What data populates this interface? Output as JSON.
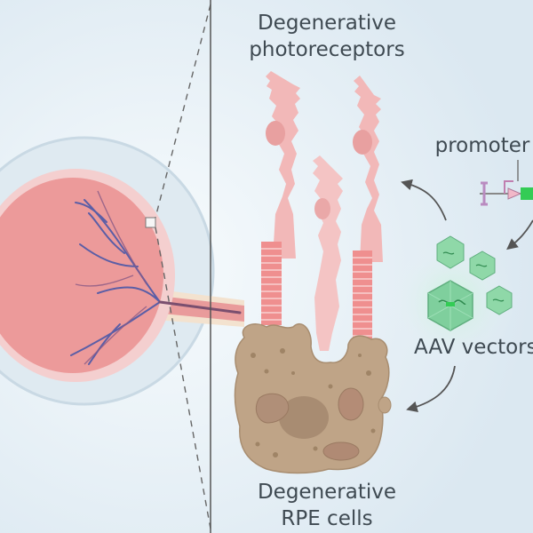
{
  "labels": {
    "photoreceptors_line1": "Degenerative",
    "photoreceptors_line2": "photoreceptors",
    "promoter": "promoter",
    "aav": "AAV vectors",
    "rpe_line1": "Degenerative",
    "rpe_line2": "RPE cells"
  },
  "colors": {
    "background": "#e9f1f7",
    "eye": "#ec9a9a",
    "vessel": "#5b5ea6",
    "photoreceptor": "#f2b8b8",
    "rpe": "#bfa487",
    "aav_capsid": "#7fcf9d",
    "transgene": "#33cc55"
  }
}
